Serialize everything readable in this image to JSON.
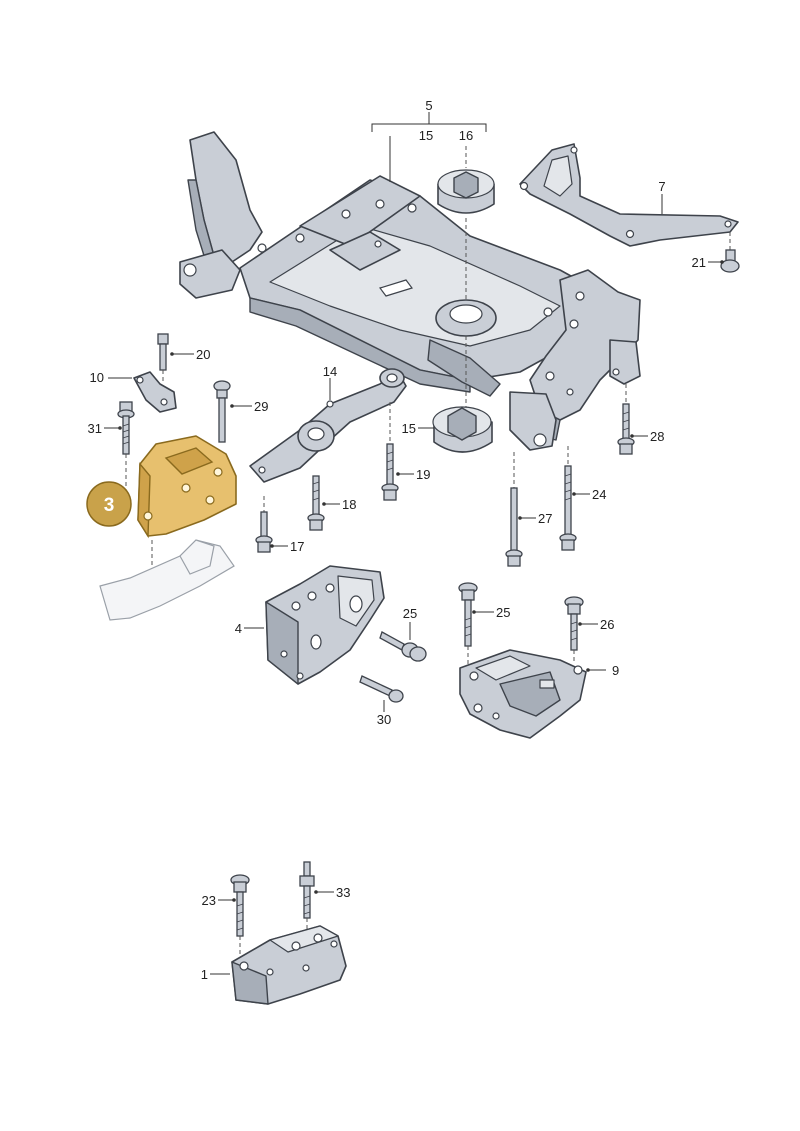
{
  "diagram": {
    "callouts": [
      {
        "id": "1",
        "name": "label-1"
      },
      {
        "id": "3",
        "name": "label-3-highlight"
      },
      {
        "id": "4",
        "name": "label-4"
      },
      {
        "id": "5",
        "name": "label-5"
      },
      {
        "id": "7",
        "name": "label-7"
      },
      {
        "id": "9",
        "name": "label-9"
      },
      {
        "id": "10",
        "name": "label-10"
      },
      {
        "id": "14",
        "name": "label-14"
      },
      {
        "id": "15",
        "name": "label-15"
      },
      {
        "id": "16",
        "name": "label-16"
      },
      {
        "id": "17",
        "name": "label-17"
      },
      {
        "id": "18",
        "name": "label-18"
      },
      {
        "id": "19",
        "name": "label-19"
      },
      {
        "id": "20",
        "name": "label-20"
      },
      {
        "id": "21",
        "name": "label-21"
      },
      {
        "id": "23",
        "name": "label-23"
      },
      {
        "id": "24",
        "name": "label-24"
      },
      {
        "id": "25",
        "name": "label-25"
      },
      {
        "id": "26",
        "name": "label-26"
      },
      {
        "id": "27",
        "name": "label-27"
      },
      {
        "id": "28",
        "name": "label-28"
      },
      {
        "id": "29",
        "name": "label-29"
      },
      {
        "id": "30",
        "name": "label-30"
      },
      {
        "id": "31",
        "name": "label-31"
      },
      {
        "id": "33",
        "name": "label-33"
      }
    ],
    "labels": {
      "l1": "1",
      "l3": "3",
      "l4": "4",
      "l5": "5",
      "l7": "7",
      "l9": "9",
      "l10": "10",
      "l14": "14",
      "l15a": "15",
      "l15b": "15",
      "l16": "16",
      "l17": "17",
      "l18": "18",
      "l19": "19",
      "l20": "20",
      "l21": "21",
      "l23": "23",
      "l24": "24",
      "l25a": "25",
      "l25b": "25",
      "l26": "26",
      "l27": "27",
      "l28": "28",
      "l29": "29",
      "l30": "30",
      "l31": "31",
      "l33": "33"
    },
    "colors": {
      "highlight": "#e7c06e",
      "highlight_badge": "#c9a24a",
      "part_fill": "#c9ced6",
      "outline": "#3e434b"
    }
  }
}
